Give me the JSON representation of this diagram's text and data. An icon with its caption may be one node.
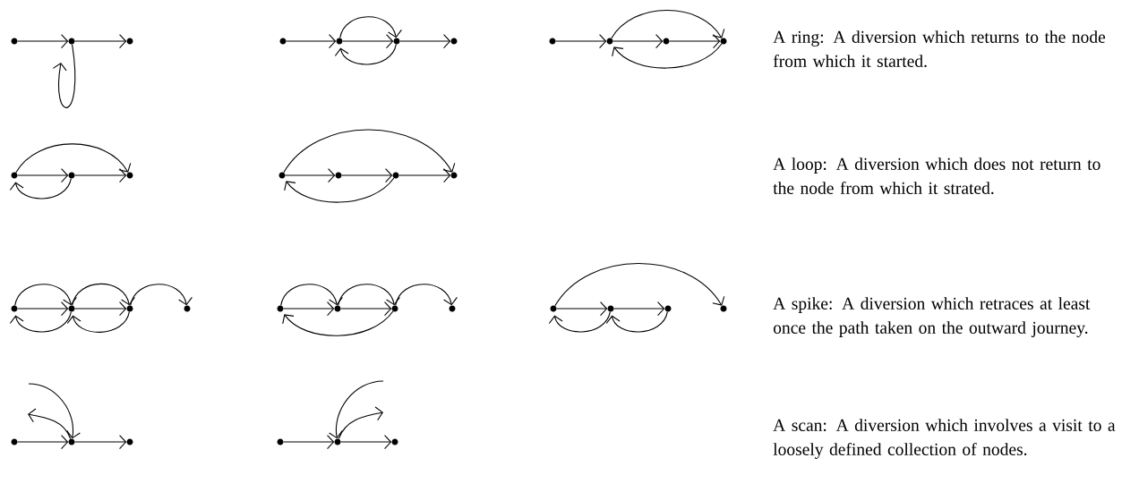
{
  "diagram": {
    "nodes": [
      {
        "text": [],
        "shape": "circle"
      },
      {
        "text": [],
        "shape": "circle"
      },
      {
        "text": [],
        "shape": "circle"
      },
      {
        "text": [],
        "shape": "circle"
      },
      {
        "text": [],
        "shape": "circle"
      },
      {
        "text": [],
        "shape": "circle"
      },
      {
        "text": [],
        "shape": "circle"
      },
      {
        "text": [],
        "shape": "circle"
      },
      {
        "text": [],
        "shape": "circle"
      },
      {
        "text": [],
        "shape": "circle"
      },
      {
        "text": [],
        "shape": "circle"
      },
      {
        "text": [],
        "shape": "circle"
      },
      {
        "text": [],
        "shape": "circle"
      },
      {
        "text": [],
        "shape": "circle"
      },
      {
        "text": [],
        "shape": "circle"
      },
      {
        "text": [],
        "shape": "circle"
      },
      {
        "text": [],
        "shape": "circle"
      },
      {
        "text": [],
        "shape": "circle"
      },
      {
        "text": [],
        "shape": "circle"
      },
      {
        "text": [],
        "shape": "circle"
      },
      {
        "text": [],
        "shape": "circle"
      },
      {
        "text": [],
        "shape": "circle"
      },
      {
        "text": [],
        "shape": "circle"
      },
      {
        "text": [],
        "shape": "circle"
      },
      {
        "text": [],
        "shape": "circle"
      },
      {
        "text": [],
        "shape": "circle"
      },
      {
        "text": [],
        "shape": "circle"
      },
      {
        "text": [],
        "shape": "circle"
      },
      {
        "text": [],
        "shape": "circle"
      },
      {
        "text": [],
        "shape": "circle"
      },
      {
        "text": [],
        "shape": "circle"
      },
      {
        "text": [],
        "shape": "circle"
      },
      {
        "text": [],
        "shape": "circle"
      },
      {
        "text": [],
        "shape": "circle"
      },
      {
        "text": [],
        "shape": "circle"
      },
      {
        "text": [],
        "shape": "circle"
      }
    ],
    "edges": [
      {
        "from": 0,
        "to": 1,
        "arrow": "to"
      },
      {
        "from": 1,
        "to": 2,
        "arrow": "to"
      },
      {
        "from": 1,
        "to": null,
        "arrow": "to"
      },
      {
        "from": 3,
        "to": 4,
        "arrow": "to"
      },
      {
        "from": 4,
        "to": 5,
        "arrow": "to"
      },
      {
        "from": 5,
        "to": 6,
        "arrow": "to"
      },
      {
        "from": 4,
        "to": 5,
        "arrow": "to"
      },
      {
        "from": 5,
        "to": 4,
        "arrow": "to"
      },
      {
        "from": 7,
        "to": 8,
        "arrow": "to"
      },
      {
        "from": 8,
        "to": 9,
        "arrow": "to"
      },
      {
        "from": 9,
        "to": 10,
        "arrow": "to"
      },
      {
        "from": 8,
        "to": 10,
        "arrow": "to"
      },
      {
        "from": 10,
        "to": 8,
        "arrow": "to"
      },
      {
        "from": 11,
        "to": 12,
        "arrow": "to"
      },
      {
        "from": 12,
        "to": 13,
        "arrow": "to"
      },
      {
        "from": 11,
        "to": 13,
        "arrow": "to"
      },
      {
        "from": 12,
        "to": 11,
        "arrow": "to"
      },
      {
        "from": 14,
        "to": 15,
        "arrow": "to"
      },
      {
        "from": 15,
        "to": 16,
        "arrow": "to"
      },
      {
        "from": 16,
        "to": 17,
        "arrow": "to"
      },
      {
        "from": 14,
        "to": 17,
        "arrow": "to"
      },
      {
        "from": 16,
        "to": 14,
        "arrow": "to"
      },
      {
        "from": 18,
        "to": 19,
        "arrow": "to"
      },
      {
        "from": 19,
        "to": 20,
        "arrow": "to"
      },
      {
        "from": 18,
        "to": 19,
        "arrow": "to"
      },
      {
        "from": 19,
        "to": 20,
        "arrow": "to"
      },
      {
        "from": 20,
        "to": 21,
        "arrow": "to"
      },
      {
        "from": 19,
        "to": 18,
        "arrow": "to"
      },
      {
        "from": 20,
        "to": 19,
        "arrow": "to"
      },
      {
        "from": 22,
        "to": 23,
        "arrow": "to"
      },
      {
        "from": 23,
        "to": 24,
        "arrow": "to"
      },
      {
        "from": 22,
        "to": 23,
        "arrow": "to"
      },
      {
        "from": 23,
        "to": 24,
        "arrow": "to"
      },
      {
        "from": 24,
        "to": 25,
        "arrow": "to"
      },
      {
        "from": 24,
        "to": 22,
        "arrow": "to"
      },
      {
        "from": 26,
        "to": 27,
        "arrow": "to"
      },
      {
        "from": 27,
        "to": 28,
        "arrow": "to"
      },
      {
        "from": 26,
        "to": 29,
        "arrow": "to"
      },
      {
        "from": 27,
        "to": 26,
        "arrow": "to"
      },
      {
        "from": 28,
        "to": 27,
        "arrow": "to"
      },
      {
        "from": 30,
        "to": 31,
        "arrow": "to"
      },
      {
        "from": 31,
        "to": 32,
        "arrow": "to"
      },
      {
        "from": null,
        "to": 31,
        "arrow": "to"
      },
      {
        "from": 31,
        "to": null,
        "arrow": "to"
      },
      {
        "from": 33,
        "to": 34,
        "arrow": "to"
      },
      {
        "from": 34,
        "to": 35,
        "arrow": "to"
      },
      {
        "from": null,
        "to": 34,
        "arrow": "to"
      },
      {
        "from": 34,
        "to": null,
        "arrow": "to"
      }
    ],
    "labels": [
      "A ring: A diversion which returns to the node from which it started.",
      "A loop: A diversion which does not return to the node from which it strated.",
      "A spike: A diversion which retraces at least once the path taken on the outward journey.",
      "A scan: A diversion which involves a visit to a loosely defined collection of nodes."
    ]
  }
}
